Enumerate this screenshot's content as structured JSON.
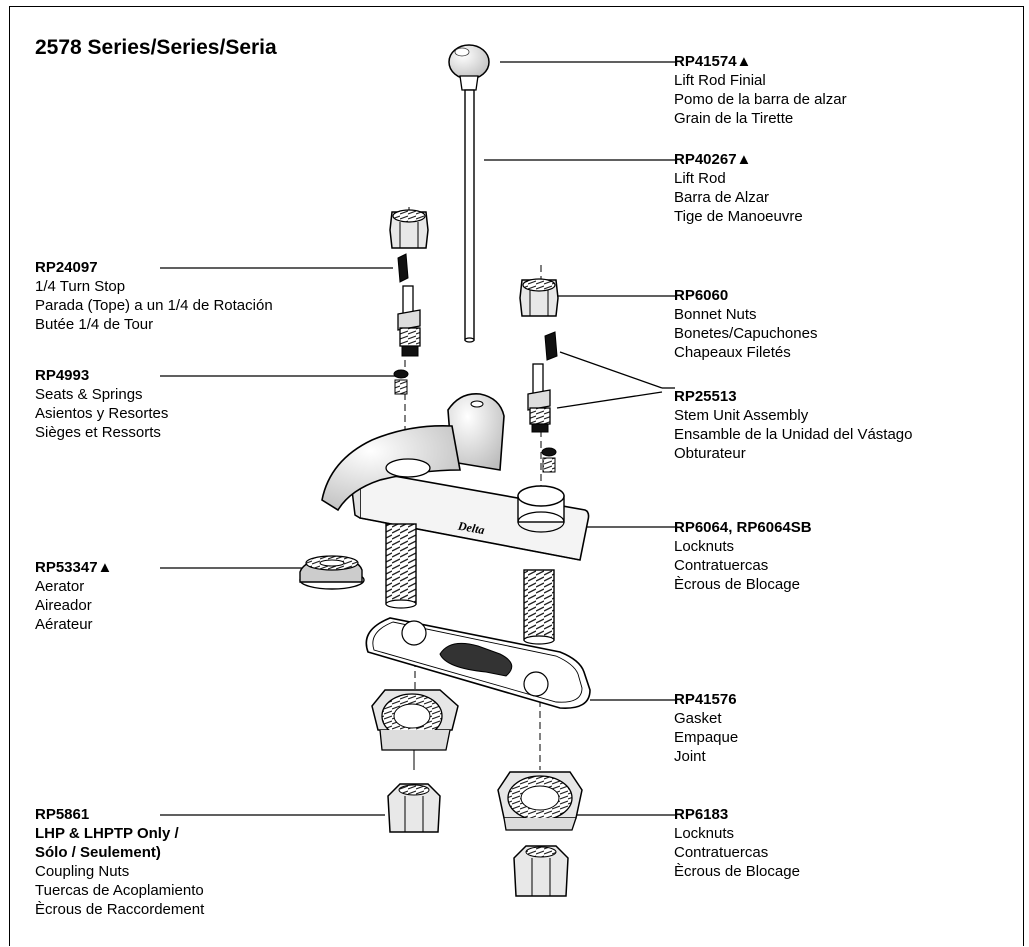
{
  "title": "2578 Series/Series/Seria",
  "parts": {
    "rp41574": {
      "code": "RP41574▲",
      "lines": [
        "Lift Rod Finial",
        "Pomo de la barra de alzar",
        "Grain de la Tirette"
      ]
    },
    "rp40267": {
      "code": "RP40267▲",
      "lines": [
        "Lift Rod",
        "Barra de Alzar",
        "Tige de Manoeuvre"
      ]
    },
    "rp24097": {
      "code": "RP24097",
      "lines": [
        "1/4 Turn Stop",
        "Parada (Tope) a un 1/4 de Rotación",
        "Butée 1/4 de Tour"
      ]
    },
    "rp6060": {
      "code": "RP6060",
      "lines": [
        "Bonnet Nuts",
        "Bonetes/Capuchones",
        "Chapeaux Filetés"
      ]
    },
    "rp4993": {
      "code": "RP4993",
      "lines": [
        "Seats & Springs",
        "Asientos y Resortes",
        "Sièges et Ressorts"
      ]
    },
    "rp25513": {
      "code": "RP25513",
      "lines": [
        "Stem Unit Assembly",
        "Ensamble de la Unidad del Vástago",
        "Obturateur"
      ]
    },
    "rp6064": {
      "code": "RP6064, RP6064SB",
      "lines": [
        "Locknuts",
        "Contratuercas",
        "Ècrous de Blocage"
      ]
    },
    "rp53347": {
      "code": "RP53347▲",
      "lines": [
        "Aerator",
        "Aireador",
        "Aérateur"
      ]
    },
    "rp41576": {
      "code": "RP41576",
      "lines": [
        "Gasket",
        "Empaque",
        "Joint"
      ]
    },
    "rp5861": {
      "code": "RP5861",
      "bold_lines": [
        "LHP & LHPTP Only /",
        "Sólo / Seulement)"
      ],
      "lines": [
        "Coupling Nuts",
        "Tuercas de Acoplamiento",
        "Ècrous de Raccordement"
      ]
    },
    "rp6183": {
      "code": "RP6183",
      "lines": [
        "Locknuts",
        "Contratuercas",
        "Ècrous de Blocage"
      ]
    }
  },
  "logo_text": "Delta"
}
